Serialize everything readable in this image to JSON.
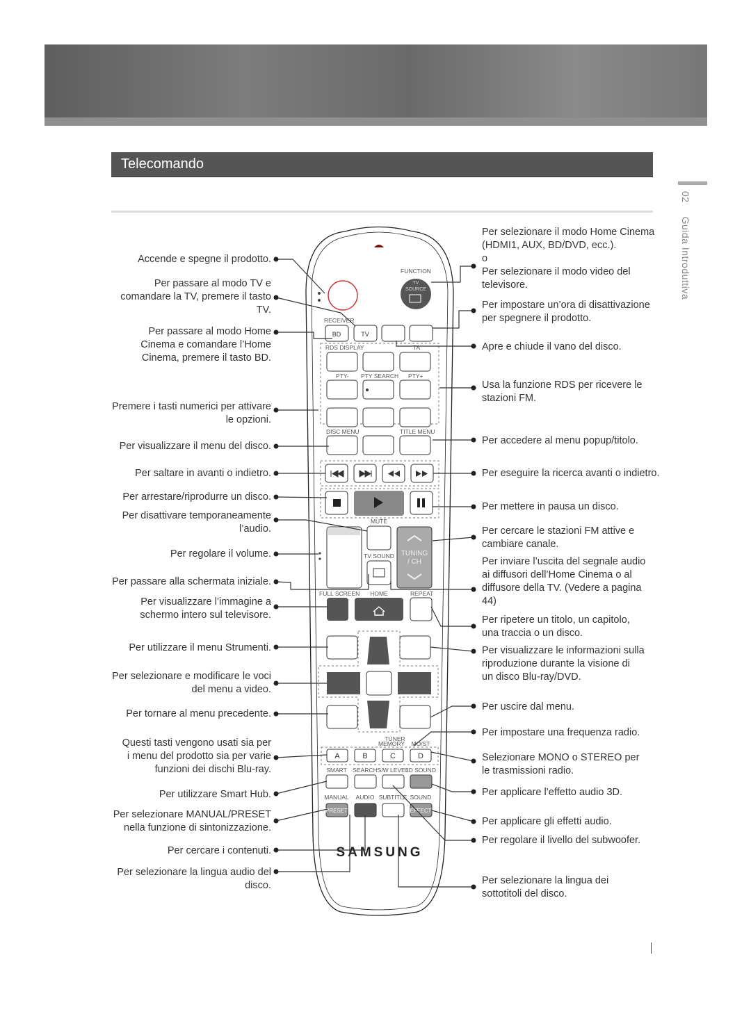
{
  "section": {
    "title": "Telecomando",
    "chapter_number": "02",
    "chapter_title": "Guida Introduttiva"
  },
  "remote": {
    "function_label": "FUNCTION",
    "tv_source": "TV\nSOURCE",
    "receiver_label": "RECEIVER",
    "bd": "BD",
    "tv": "TV",
    "rds_display": "RDS DISPLAY",
    "ta": "TA",
    "pty_minus": "PTY-",
    "pty_search": "PTY SEARCH",
    "pty_plus": "PTY+",
    "disc_menu": "DISC MENU",
    "title_menu": "TITLE MENU",
    "mute": "MUTE",
    "tv_sound": "TV SOUND",
    "tuning": "TUNING",
    "ch": "/ CH",
    "full_screen": "FULL SCREEN",
    "home": "HOME",
    "repeat": "REPEAT",
    "tuner_memory": "TUNER\nMEMORY",
    "mo_st": "MO/ST",
    "color_keys": [
      "A",
      "B",
      "C",
      "D"
    ],
    "smart": "SMART",
    "search": "SEARCH",
    "sw_level": "S/W LEVEL",
    "sound_3d": "3D SOUND",
    "manual": "MANUAL",
    "audio": "AUDIO",
    "subtitle": "SUBTITLE",
    "sound": "SOUND",
    "preset": "PRESET",
    "effect": "EFFECT",
    "brand": "SAMSUNG"
  },
  "left_labels": [
    {
      "text": "Accende e spegne il prodotto."
    },
    {
      "text": "Per passare al modo TV e\ncomandare la TV, premere il tasto\nTV."
    },
    {
      "text": "Per passare al modo Home\nCinema e comandare l’Home\nCinema, premere il tasto BD."
    },
    {
      "text": "Premere i tasti numerici per attivare\nle opzioni."
    },
    {
      "text": "Per visualizzare il menu del disco."
    },
    {
      "text": "Per saltare in avanti o indietro."
    },
    {
      "text": "Per arrestare/riprodurre un disco."
    },
    {
      "text": "Per disattivare temporaneamente\nl’audio."
    },
    {
      "text": "Per regolare il volume."
    },
    {
      "text": "Per passare alla schermata iniziale."
    },
    {
      "text": "Per visualizzare l’immagine a\nschermo intero sul televisore."
    },
    {
      "text": "Per utilizzare il menu Strumenti."
    },
    {
      "text": "Per selezionare e modificare le voci\ndel menu a video."
    },
    {
      "text": "Per tornare al menu precedente."
    },
    {
      "text": "Questi tasti vengono usati sia per\ni menu del prodotto sia per varie\nfunzioni dei dischi Blu-ray."
    },
    {
      "text": "Per utilizzare Smart Hub."
    },
    {
      "text": "Per selezionare MANUAL/PRESET\nnella funzione di sintonizzazione."
    },
    {
      "text": "Per cercare i contenuti."
    },
    {
      "text": "Per selezionare la lingua audio del\ndisco."
    }
  ],
  "right_labels": [
    {
      "text": "Per selezionare il modo Home Cinema\n(HDMI1, AUX, BD/DVD, ecc.).\no\nPer selezionare il modo video del\ntelevisore."
    },
    {
      "text": "Per impostare un’ora di disattivazione\nper spegnere il prodotto."
    },
    {
      "text": "Apre e chiude il vano del disco."
    },
    {
      "text": "Usa la funzione RDS per ricevere le\nstazioni FM."
    },
    {
      "text": "Per accedere al menu popup/titolo."
    },
    {
      "text": "Per eseguire la ricerca avanti o indietro."
    },
    {
      "text": "Per mettere in pausa un disco."
    },
    {
      "text": "Per cercare le stazioni FM attive e\ncambiare canale."
    },
    {
      "text": "Per inviare l’uscita del segnale audio\nai diffusori dell’Home Cinema o al\ndiffusore della TV. (Vedere a pagina\n44)"
    },
    {
      "text": "Per ripetere un titolo, un capitolo,\nuna traccia o un disco."
    },
    {
      "text": "Per visualizzare le informazioni sulla\nriproduzione durante la visione di\nun disco Blu-ray/DVD."
    },
    {
      "text": "Per uscire dal menu."
    },
    {
      "text": "Per impostare una frequenza radio."
    },
    {
      "text": "Selezionare MONO o STEREO per\nle trasmissioni radio."
    },
    {
      "text": "Per applicare l’effetto audio 3D."
    },
    {
      "text": "Per applicare gli effetti audio."
    },
    {
      "text": "Per regolare il livello del subwoofer."
    },
    {
      "text": "Per selezionare la lingua dei\nsottotitoli del disco."
    }
  ]
}
